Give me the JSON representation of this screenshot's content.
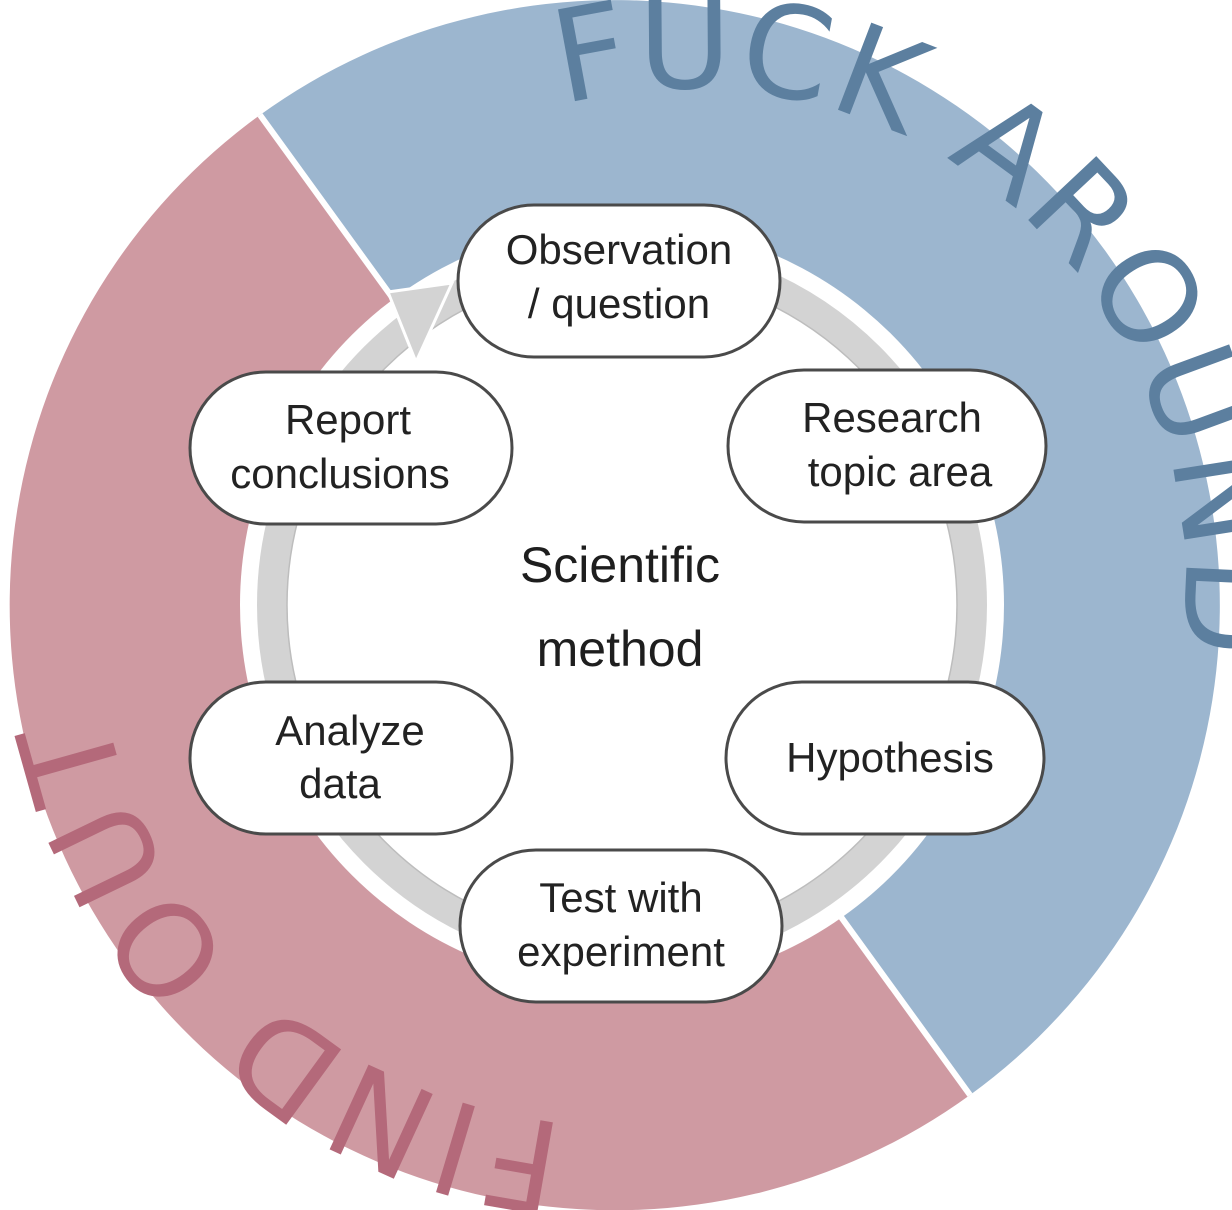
{
  "diagram": {
    "outer_ring": {
      "top_label": "FUCK AROUND",
      "bottom_label": "FIND OUT",
      "top_color": "#9cb6cf",
      "top_text_color": "#5c7f9f",
      "bottom_color": "#cf9aa2",
      "bottom_text_color": "#b4697a"
    },
    "center": {
      "line1": "Scientific",
      "line2": "method"
    },
    "steps": [
      {
        "line1": "Observation",
        "line2": "/ question"
      },
      {
        "line1": "Research",
        "line2": "topic area"
      },
      {
        "line1": "Hypothesis",
        "line2": ""
      },
      {
        "line1": "Test with",
        "line2": "experiment"
      },
      {
        "line1": "Analyze",
        "line2": "data"
      },
      {
        "line1": "Report",
        "line2": "conclusions"
      }
    ],
    "cycle_color": "#d3d3d3"
  }
}
